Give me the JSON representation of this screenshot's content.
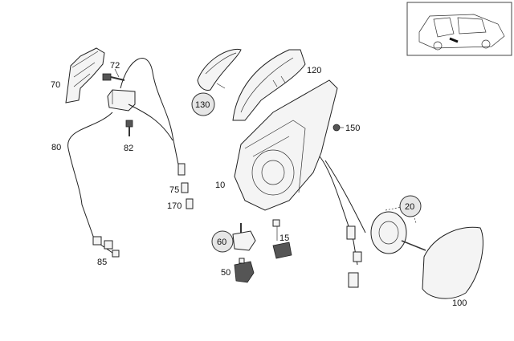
{
  "labels": {
    "p70": "70",
    "p72": "72",
    "p80": "80",
    "p82": "82",
    "p75": "75",
    "p170": "170",
    "p85": "85",
    "p130": "130",
    "p120": "120",
    "p150": "150",
    "p10": "10",
    "p15": "15",
    "p60": "60",
    "p50": "50",
    "p20": "20",
    "p100": "100"
  },
  "icons": {
    "thumbnail": "car-location-thumbnail-icon"
  }
}
